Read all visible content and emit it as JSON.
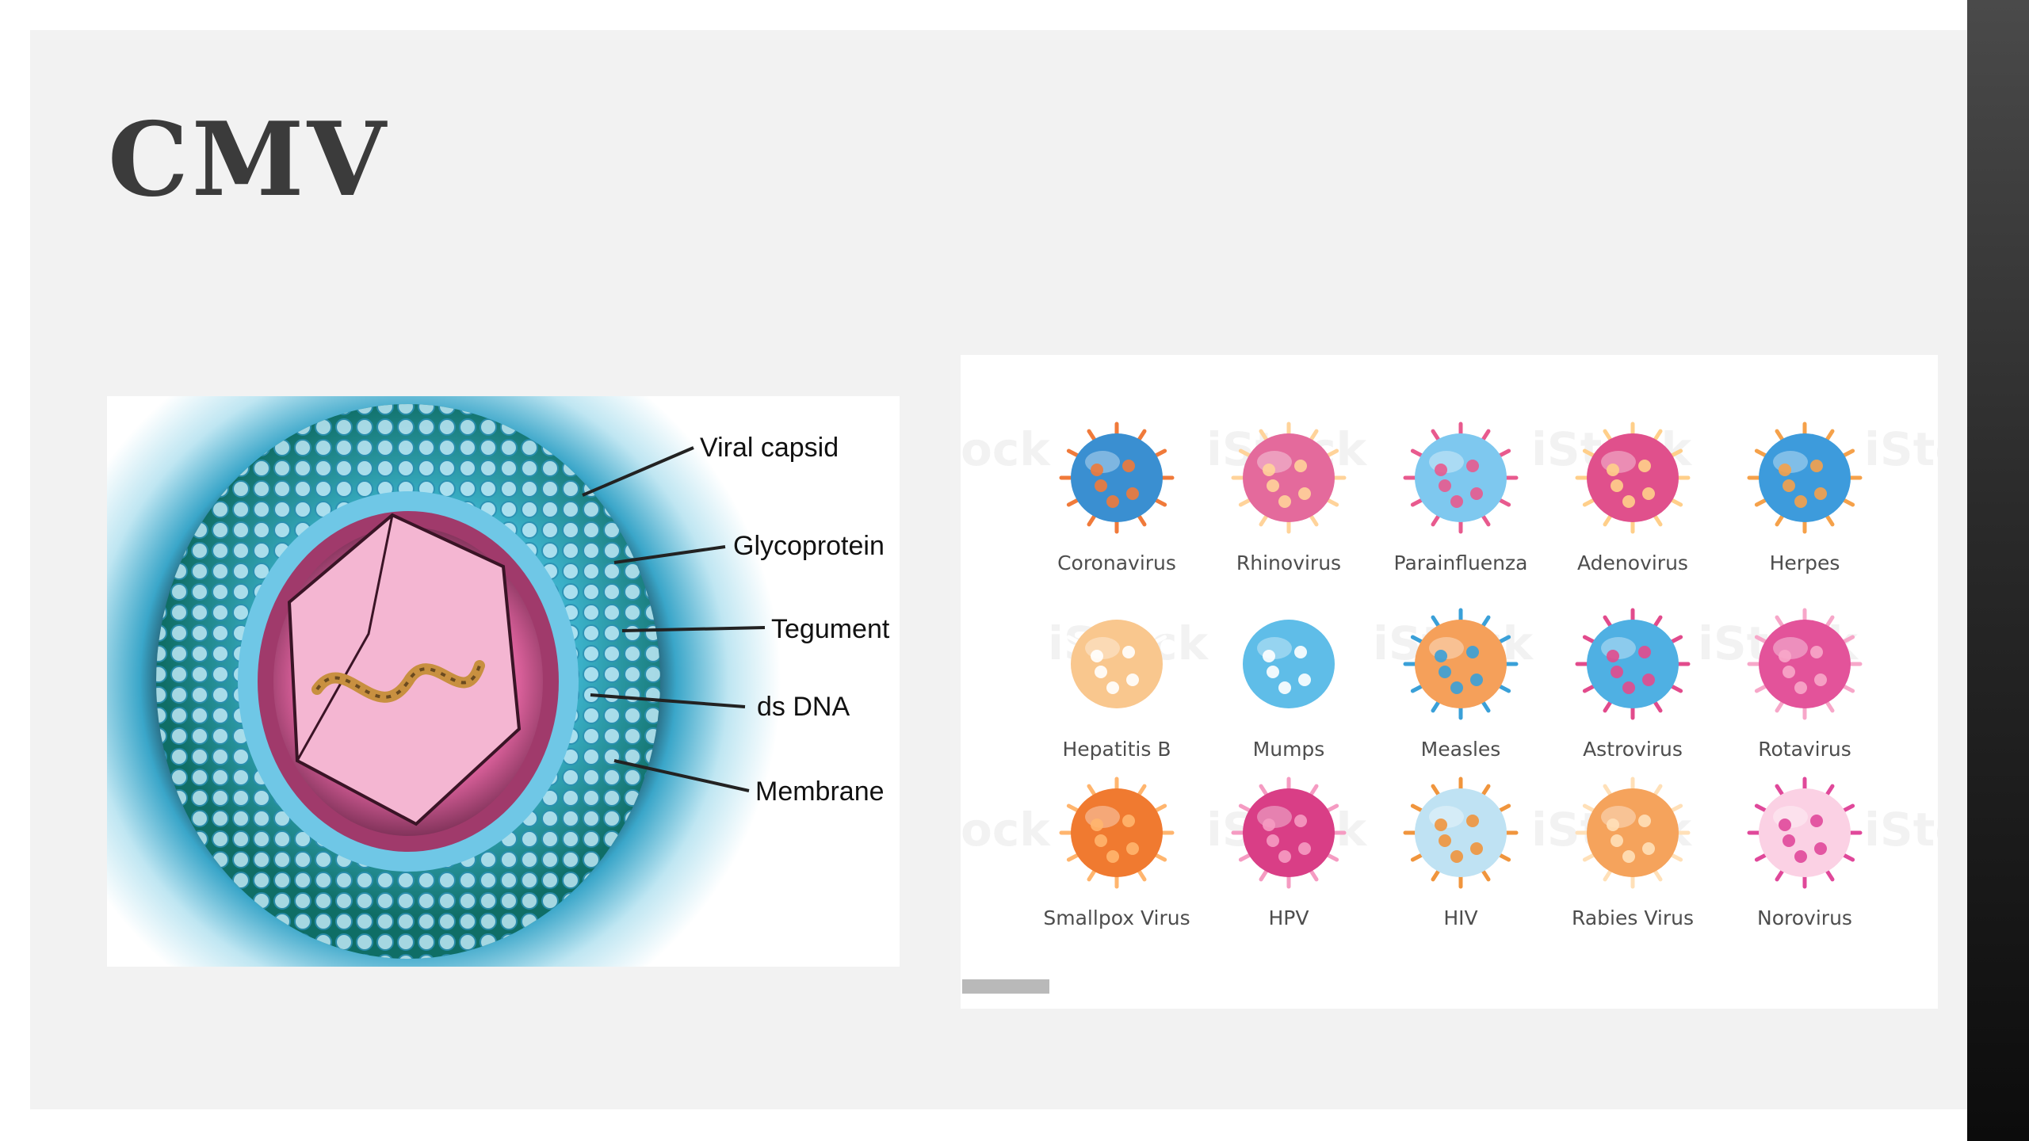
{
  "slide": {
    "title": "CMV"
  },
  "diagram": {
    "labels": [
      "Viral capsid",
      "Glycoprotein",
      "Tegument",
      "ds DNA",
      "Membrane"
    ]
  },
  "virus_grid": {
    "rows": [
      [
        {
          "name": "Coronavirus",
          "color": "#3a8fd1",
          "accent": "#f07a3a"
        },
        {
          "name": "Rhinovirus",
          "color": "#e46a9c",
          "accent": "#ffd39a"
        },
        {
          "name": "Parainfluenza",
          "color": "#7ec8ef",
          "accent": "#e85a8e"
        },
        {
          "name": "Adenovirus",
          "color": "#e0508c",
          "accent": "#ffcf8a"
        },
        {
          "name": "Herpes",
          "color": "#3d9bdc",
          "accent": "#f5a14a"
        }
      ],
      [
        {
          "name": "Hepatitis B",
          "color": "#f9c78e",
          "accent": "#ffffff"
        },
        {
          "name": "Mumps",
          "color": "#5fbde8",
          "accent": "#ffffff"
        },
        {
          "name": "Measles",
          "color": "#f5a05a",
          "accent": "#3aa0d8"
        },
        {
          "name": "Astrovirus",
          "color": "#4fb0e3",
          "accent": "#e24b8c"
        },
        {
          "name": "Rotavirus",
          "color": "#e3539a",
          "accent": "#f7a7c9"
        }
      ],
      [
        {
          "name": "Smallpox Virus",
          "color": "#f07a30",
          "accent": "#ffb56e"
        },
        {
          "name": "HPV",
          "color": "#d93e86",
          "accent": "#f59bc2"
        },
        {
          "name": "HIV",
          "color": "#bfe2f3",
          "accent": "#f0953d"
        },
        {
          "name": "Rabies Virus",
          "color": "#f5a35c",
          "accent": "#ffe0b8"
        },
        {
          "name": "Norovirus",
          "color": "#fbd1e4",
          "accent": "#e0489a"
        }
      ]
    ]
  }
}
